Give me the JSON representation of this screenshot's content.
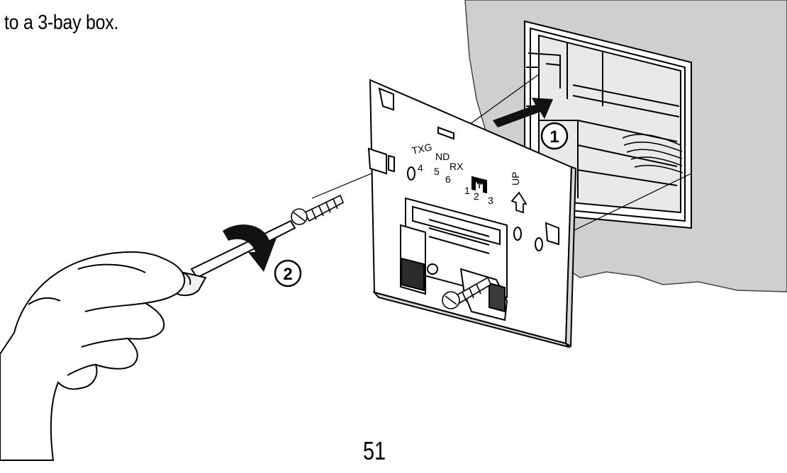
{
  "document": {
    "caption": "to a 3-bay box.",
    "page_number": "51"
  },
  "plate_labels": {
    "tx": "TXG",
    "num4": "4",
    "nd": "ND",
    "num5": "5",
    "rx": "RX",
    "num6": "6",
    "num1": "1",
    "num2": "2",
    "num3": "3",
    "up": "UP"
  },
  "steps": {
    "step1": "1",
    "step2": "2"
  }
}
